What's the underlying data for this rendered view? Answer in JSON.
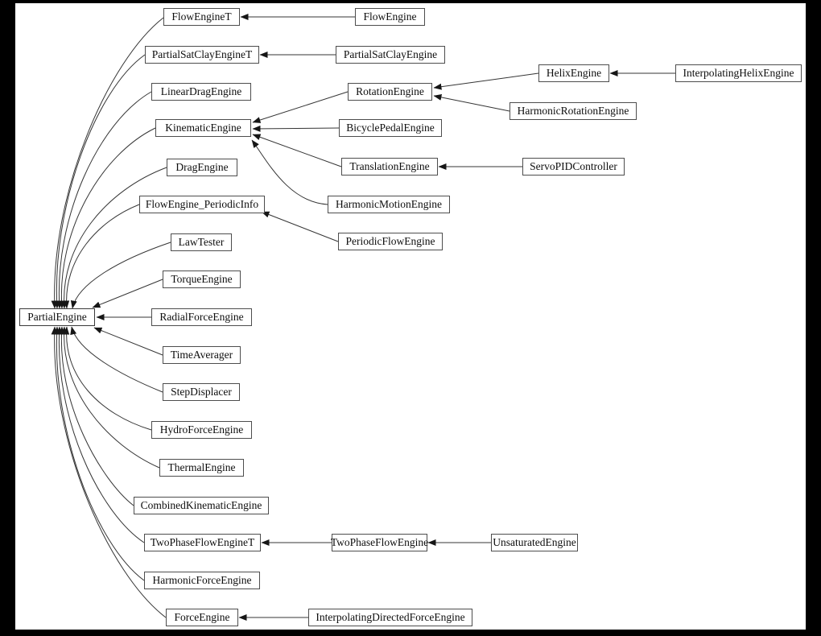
{
  "diagram": {
    "type": "inheritance-graph",
    "root": "PartialEngine",
    "colors": {
      "page_background": "#000000",
      "canvas_background": "#ffffff",
      "node_border": "#4d4d4d",
      "edge_stroke": "#343434",
      "text": "#0d0d0d"
    },
    "nodes": [
      {
        "id": "FlowEngineT",
        "label": "FlowEngineT"
      },
      {
        "id": "PartialSatClayEngineT",
        "label": "PartialSatClayEngineT"
      },
      {
        "id": "LinearDragEngine",
        "label": "LinearDragEngine"
      },
      {
        "id": "KinematicEngine",
        "label": "KinematicEngine"
      },
      {
        "id": "DragEngine",
        "label": "DragEngine"
      },
      {
        "id": "FlowEngine_PeriodicInfo",
        "label": "FlowEngine_PeriodicInfo"
      },
      {
        "id": "LawTester",
        "label": "LawTester"
      },
      {
        "id": "TorqueEngine",
        "label": "TorqueEngine"
      },
      {
        "id": "PartialEngine",
        "label": "PartialEngine"
      },
      {
        "id": "RadialForceEngine",
        "label": "RadialForceEngine"
      },
      {
        "id": "TimeAverager",
        "label": "TimeAverager"
      },
      {
        "id": "StepDisplacer",
        "label": "StepDisplacer"
      },
      {
        "id": "HydroForceEngine",
        "label": "HydroForceEngine"
      },
      {
        "id": "ThermalEngine",
        "label": "ThermalEngine"
      },
      {
        "id": "CombinedKinematicEngine",
        "label": "CombinedKinematicEngine"
      },
      {
        "id": "TwoPhaseFlowEngineT",
        "label": "TwoPhaseFlowEngineT"
      },
      {
        "id": "HarmonicForceEngine",
        "label": "HarmonicForceEngine"
      },
      {
        "id": "ForceEngine",
        "label": "ForceEngine"
      },
      {
        "id": "FlowEngine",
        "label": "FlowEngine"
      },
      {
        "id": "PartialSatClayEngine",
        "label": "PartialSatClayEngine"
      },
      {
        "id": "RotationEngine",
        "label": "RotationEngine"
      },
      {
        "id": "BicyclePedalEngine",
        "label": "BicyclePedalEngine"
      },
      {
        "id": "TranslationEngine",
        "label": "TranslationEngine"
      },
      {
        "id": "HarmonicMotionEngine",
        "label": "HarmonicMotionEngine"
      },
      {
        "id": "PeriodicFlowEngine",
        "label": "PeriodicFlowEngine"
      },
      {
        "id": "TwoPhaseFlowEngine",
        "label": "TwoPhaseFlowEngine"
      },
      {
        "id": "InterpolatingDirectedForceEngine",
        "label": "InterpolatingDirectedForceEngine"
      },
      {
        "id": "HelixEngine",
        "label": "HelixEngine"
      },
      {
        "id": "HarmonicRotationEngine",
        "label": "HarmonicRotationEngine"
      },
      {
        "id": "ServoPIDController",
        "label": "ServoPIDController"
      },
      {
        "id": "UnsaturatedEngine",
        "label": "UnsaturatedEngine"
      },
      {
        "id": "InterpolatingHelixEngine",
        "label": "InterpolatingHelixEngine"
      }
    ],
    "edges": [
      {
        "from": "FlowEngineT",
        "to": "PartialEngine"
      },
      {
        "from": "PartialSatClayEngineT",
        "to": "PartialEngine"
      },
      {
        "from": "LinearDragEngine",
        "to": "PartialEngine"
      },
      {
        "from": "KinematicEngine",
        "to": "PartialEngine"
      },
      {
        "from": "DragEngine",
        "to": "PartialEngine"
      },
      {
        "from": "FlowEngine_PeriodicInfo",
        "to": "PartialEngine"
      },
      {
        "from": "LawTester",
        "to": "PartialEngine"
      },
      {
        "from": "TorqueEngine",
        "to": "PartialEngine"
      },
      {
        "from": "RadialForceEngine",
        "to": "PartialEngine"
      },
      {
        "from": "TimeAverager",
        "to": "PartialEngine"
      },
      {
        "from": "StepDisplacer",
        "to": "PartialEngine"
      },
      {
        "from": "HydroForceEngine",
        "to": "PartialEngine"
      },
      {
        "from": "ThermalEngine",
        "to": "PartialEngine"
      },
      {
        "from": "CombinedKinematicEngine",
        "to": "PartialEngine"
      },
      {
        "from": "TwoPhaseFlowEngineT",
        "to": "PartialEngine"
      },
      {
        "from": "HarmonicForceEngine",
        "to": "PartialEngine"
      },
      {
        "from": "ForceEngine",
        "to": "PartialEngine"
      },
      {
        "from": "FlowEngine",
        "to": "FlowEngineT"
      },
      {
        "from": "PartialSatClayEngine",
        "to": "PartialSatClayEngineT"
      },
      {
        "from": "RotationEngine",
        "to": "KinematicEngine"
      },
      {
        "from": "BicyclePedalEngine",
        "to": "KinematicEngine"
      },
      {
        "from": "TranslationEngine",
        "to": "KinematicEngine"
      },
      {
        "from": "HarmonicMotionEngine",
        "to": "KinematicEngine"
      },
      {
        "from": "PeriodicFlowEngine",
        "to": "FlowEngine_PeriodicInfo"
      },
      {
        "from": "HelixEngine",
        "to": "RotationEngine"
      },
      {
        "from": "HarmonicRotationEngine",
        "to": "RotationEngine"
      },
      {
        "from": "InterpolatingHelixEngine",
        "to": "HelixEngine"
      },
      {
        "from": "ServoPIDController",
        "to": "TranslationEngine"
      },
      {
        "from": "TwoPhaseFlowEngine",
        "to": "TwoPhaseFlowEngineT"
      },
      {
        "from": "UnsaturatedEngine",
        "to": "TwoPhaseFlowEngine"
      },
      {
        "from": "InterpolatingDirectedForceEngine",
        "to": "ForceEngine"
      }
    ]
  }
}
